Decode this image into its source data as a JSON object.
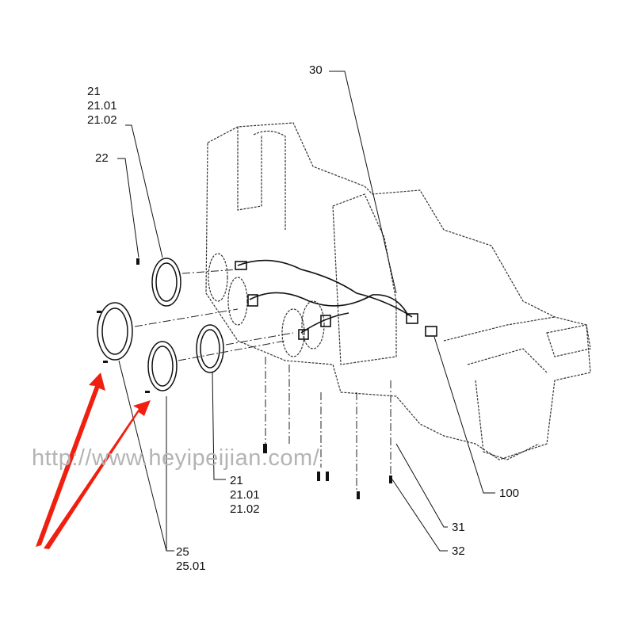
{
  "callouts": {
    "c30": "30",
    "c21_top": [
      "21",
      "21.01",
      "21.02"
    ],
    "c22": "22",
    "c21_bottom": [
      "21",
      "21.01",
      "21.02"
    ],
    "c25": [
      "25",
      "25.01"
    ],
    "c31": "31",
    "c32": "32",
    "c100": "100"
  },
  "watermark": "http://www.heyipeijian.com/",
  "colors": {
    "arrow": "#f02010",
    "line": "#222222",
    "watermark": "#b4b4b4"
  }
}
